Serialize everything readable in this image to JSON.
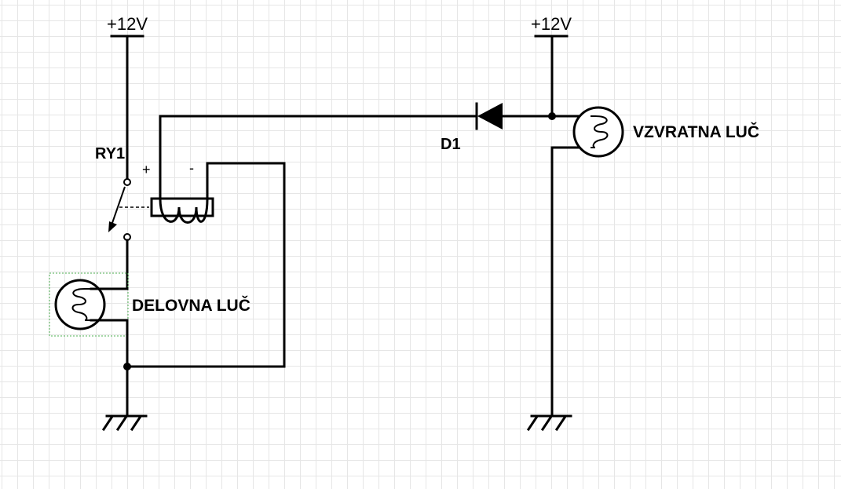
{
  "supply_left": "+12V",
  "supply_right": "+12V",
  "relay": {
    "ref": "RY1",
    "coil_plus": "+",
    "coil_minus": "-"
  },
  "diode": {
    "ref": "D1"
  },
  "lamp_left": {
    "label": "DELOVNA LUČ"
  },
  "lamp_right": {
    "label": "VZVRATNA LUČ"
  }
}
